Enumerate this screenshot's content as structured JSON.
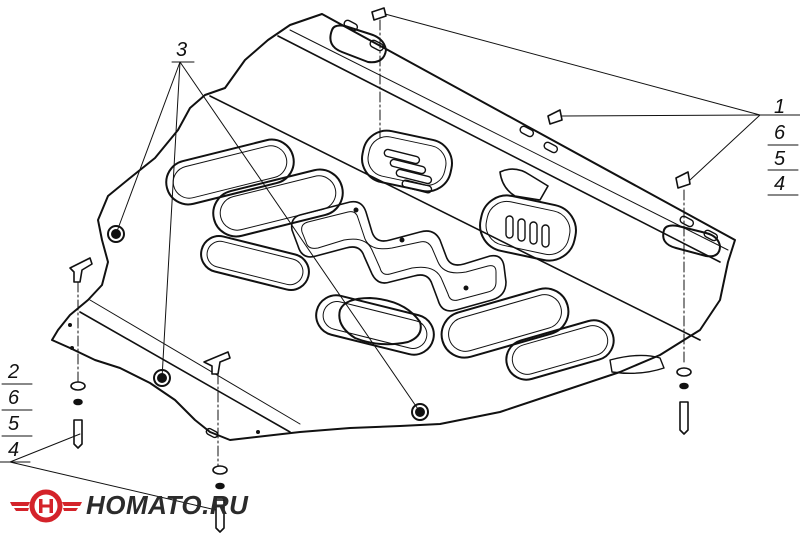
{
  "callouts": {
    "top_center": "3",
    "right_stack": [
      "1",
      "6",
      "5",
      "4"
    ],
    "left_stack": [
      "2",
      "6",
      "5",
      "4"
    ]
  },
  "logo": {
    "text": "HOMATO.RU",
    "colors": {
      "mark": "#d4232a",
      "text": "#2b2b2b"
    }
  },
  "colors": {
    "line": "#111111",
    "background": "#ffffff"
  }
}
